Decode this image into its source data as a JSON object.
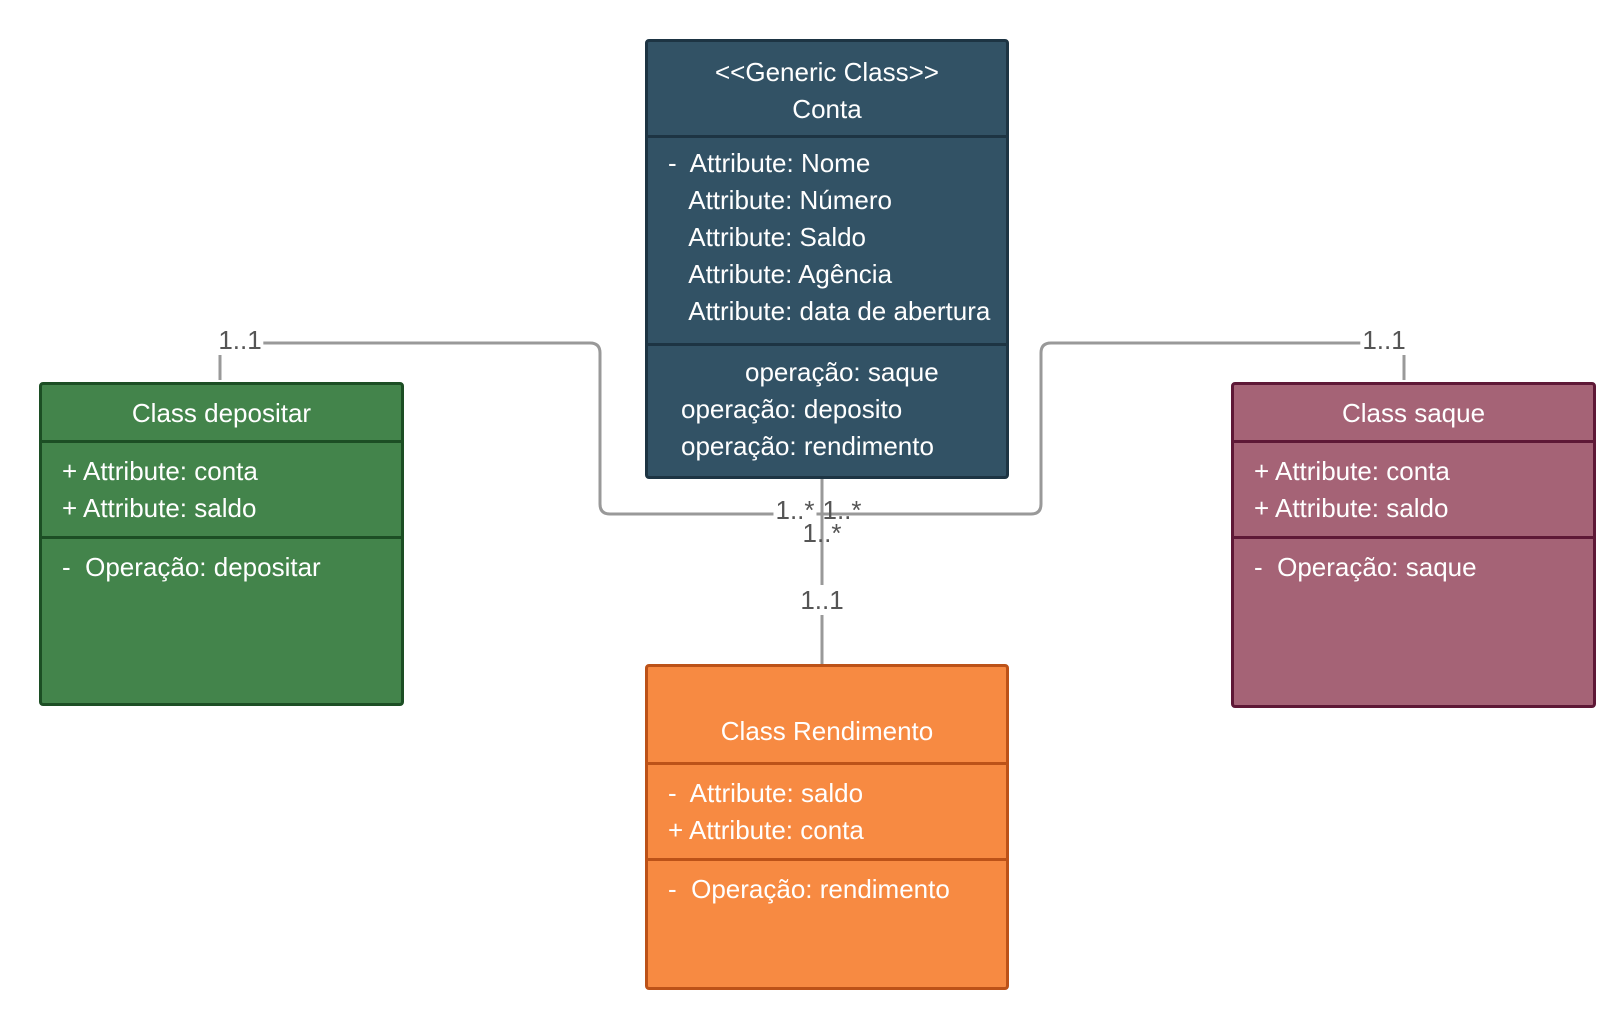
{
  "classes": {
    "conta": {
      "stereotype": "<<Generic Class>>",
      "name": "Conta",
      "attributes": [
        "-  Attribute: Nome",
        "   Attribute: Número",
        "   Attribute: Saldo",
        "   Attribute: Agência",
        "   Attribute: data de abertura"
      ],
      "operations": [
        "operação: saque",
        "operação: deposito",
        "operação: rendimento"
      ],
      "fill": "#325265",
      "border": "#1d3443"
    },
    "depositar": {
      "name": "Class depositar",
      "attributes": [
        "+ Attribute: conta",
        "+ Attribute: saldo"
      ],
      "operations": [
        "-  Operação: depositar"
      ],
      "fill": "#43844b",
      "border": "#1c4e24"
    },
    "saque": {
      "name": "Class saque",
      "attributes": [
        "+ Attribute: conta",
        "+ Attribute: saldo"
      ],
      "operations": [
        "-  Operação: saque"
      ],
      "fill": "#a56376",
      "border": "#5e1836"
    },
    "rendimento": {
      "name": "Class Rendimento",
      "attributes": [
        "-  Attribute: saldo",
        "+ Attribute: conta"
      ],
      "operations": [
        "-  Operação: rendimento"
      ],
      "fill": "#f78a42",
      "border": "#bc5218"
    }
  },
  "multiplicities": {
    "depositar_end": "1..1",
    "saque_end": "1..1",
    "conta_depositar_end": "1..*",
    "conta_saque_end": "1..*",
    "conta_rendimento_end": "1..*",
    "rendimento_end": "1..1"
  },
  "connector_color": "#999999"
}
